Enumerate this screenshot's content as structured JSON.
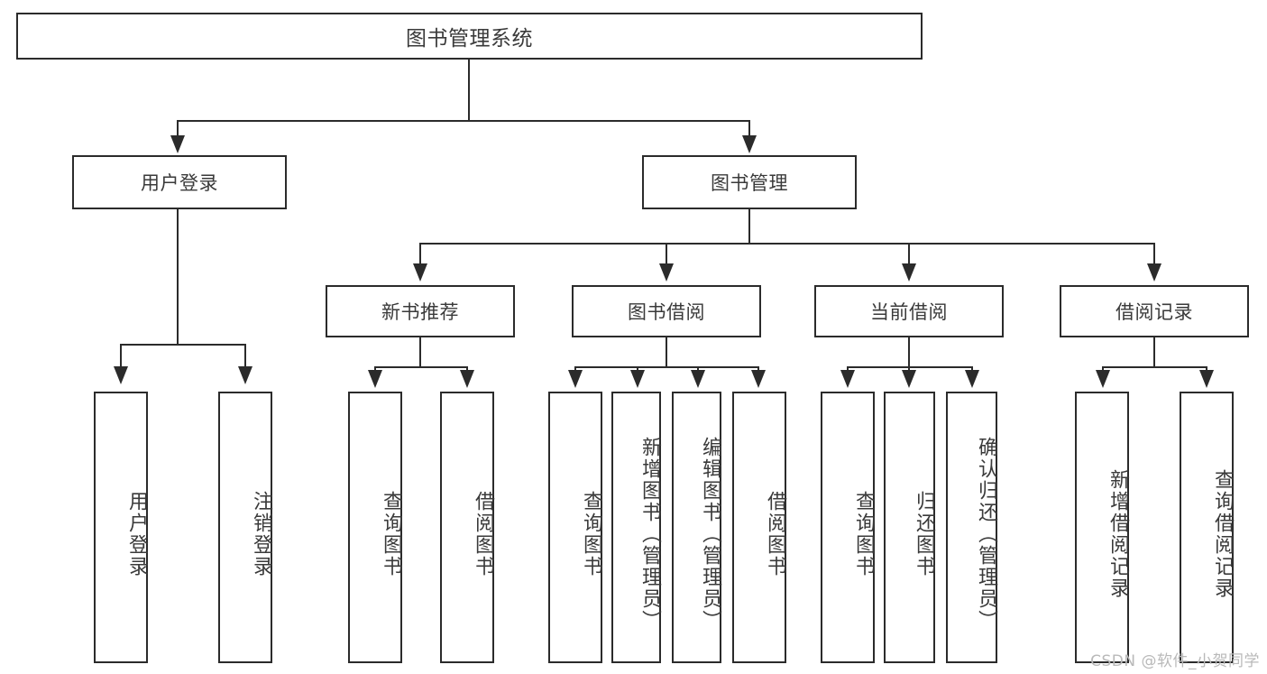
{
  "diagram": {
    "type": "tree-hierarchy",
    "title": "图书管理系统",
    "root": {
      "id": "root",
      "label": "图书管理系统"
    },
    "level2": [
      {
        "id": "user-login",
        "label": "用户登录"
      },
      {
        "id": "book-management",
        "label": "图书管理"
      }
    ],
    "level3": [
      {
        "id": "new-book-recommend",
        "label": "新书推荐",
        "parent": "book-management"
      },
      {
        "id": "book-borrow",
        "label": "图书借阅",
        "parent": "book-management"
      },
      {
        "id": "current-borrow",
        "label": "当前借阅",
        "parent": "book-management"
      },
      {
        "id": "borrow-record",
        "label": "借阅记录",
        "parent": "book-management"
      }
    ],
    "leaves": [
      {
        "id": "leaf-user-login",
        "label": "用户登录",
        "parent": "user-login"
      },
      {
        "id": "leaf-logout",
        "label": "注销登录",
        "parent": "user-login"
      },
      {
        "id": "leaf-query-book-1",
        "label": "查询图书",
        "parent": "new-book-recommend"
      },
      {
        "id": "leaf-borrow-book-1",
        "label": "借阅图书",
        "parent": "new-book-recommend"
      },
      {
        "id": "leaf-query-book-2",
        "label": "查询图书",
        "parent": "book-borrow"
      },
      {
        "id": "leaf-add-book",
        "label": "新增图书（管理员）",
        "parent": "book-borrow"
      },
      {
        "id": "leaf-edit-book",
        "label": "编辑图书（管理员）",
        "parent": "book-borrow"
      },
      {
        "id": "leaf-borrow-book-2",
        "label": "借阅图书",
        "parent": "book-borrow"
      },
      {
        "id": "leaf-query-book-3",
        "label": "查询图书",
        "parent": "current-borrow"
      },
      {
        "id": "leaf-return-book",
        "label": "归还图书",
        "parent": "current-borrow"
      },
      {
        "id": "leaf-confirm-return",
        "label": "确认归还（管理员）",
        "parent": "current-borrow"
      },
      {
        "id": "leaf-add-borrow-record",
        "label": "新增借阅记录",
        "parent": "borrow-record"
      },
      {
        "id": "leaf-query-borrow-record",
        "label": "查询借阅记录",
        "parent": "borrow-record"
      }
    ]
  },
  "watermark": {
    "text": "CSDN @软件_小贺同学"
  },
  "colors": {
    "border": "#2b2b2b",
    "text": "#3a3a3a",
    "background": "#ffffff",
    "watermark": "#b9b9b9"
  }
}
